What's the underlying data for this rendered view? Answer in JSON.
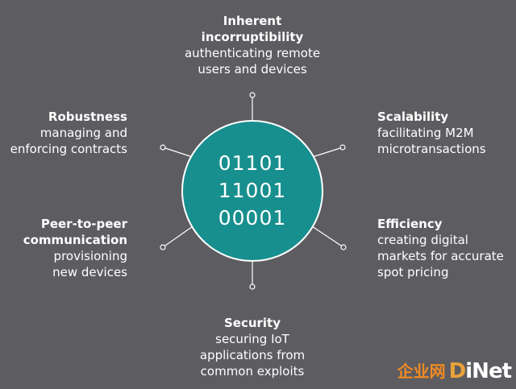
{
  "hub": {
    "lines": [
      "01101",
      "11001",
      "00001"
    ],
    "color": "#178f8e"
  },
  "nodes": {
    "top": {
      "title_lines": [
        "Inherent",
        "incorruptibility"
      ],
      "desc_lines": [
        "authenticating remote",
        "users and devices"
      ]
    },
    "top_left": {
      "title_lines": [
        "Robustness"
      ],
      "desc_lines": [
        "managing and",
        "enforcing contracts"
      ]
    },
    "top_right": {
      "title_lines": [
        "Scalability"
      ],
      "desc_lines": [
        "facilitating M2M",
        "microtransactions"
      ]
    },
    "bottom_left": {
      "title_lines": [
        "Peer-to-peer",
        "communication"
      ],
      "desc_lines": [
        "provisioning",
        "new devices"
      ]
    },
    "bottom_right": {
      "title_lines": [
        "Efficiency"
      ],
      "desc_lines": [
        "creating digital",
        "markets for accurate",
        "spot pricing"
      ]
    },
    "bottom": {
      "title_lines": [
        "Security"
      ],
      "desc_lines": [
        "securing IoT",
        "applications from",
        "common exploits"
      ]
    }
  },
  "watermark": {
    "text": "企业网",
    "logo_d": "D",
    "logo_rest": "iNet"
  },
  "colors": {
    "background": "#5d5c60",
    "text": "#ffffff",
    "connector": "#ffffff",
    "watermark_accent": "#f08a24"
  }
}
